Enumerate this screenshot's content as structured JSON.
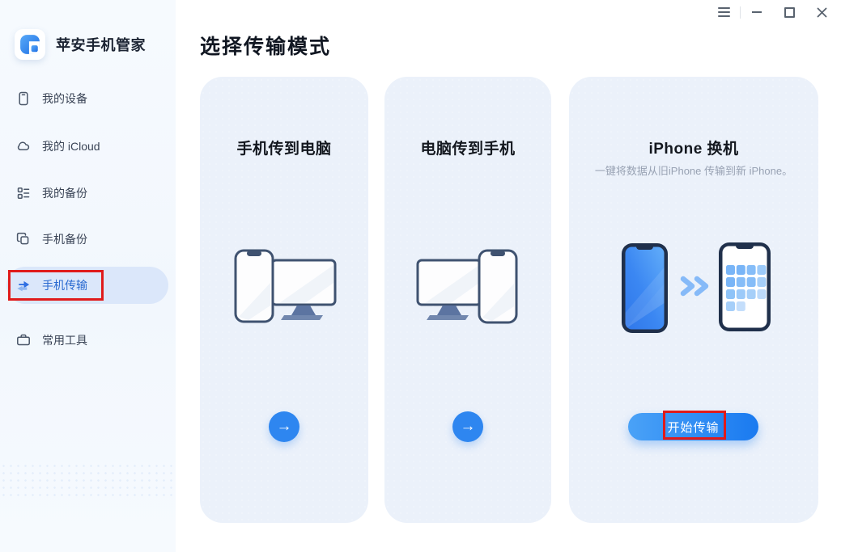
{
  "app": {
    "name": "苹安手机管家"
  },
  "window_controls": {
    "menu_icon": "hamburger-menu-icon",
    "minimize_icon": "minimize-icon",
    "maximize_icon": "maximize-icon",
    "close_icon": "close-icon"
  },
  "sidebar": {
    "items": [
      {
        "label": "我的设备",
        "icon": "phone-icon",
        "selected": false
      },
      {
        "label": "我的 iCloud",
        "icon": "cloud-icon",
        "selected": false
      },
      {
        "label": "我的备份",
        "icon": "backup-list-icon",
        "selected": false
      },
      {
        "label": "手机备份",
        "icon": "phone-backup-icon",
        "selected": false
      },
      {
        "label": "手机传输",
        "icon": "phone-transfer-icon",
        "selected": true
      },
      {
        "label": "常用工具",
        "icon": "toolbox-icon",
        "selected": false
      }
    ]
  },
  "main": {
    "title": "选择传输模式",
    "cards": [
      {
        "title": "手机传到电脑",
        "action": "arrow-button"
      },
      {
        "title": "电脑传到手机",
        "action": "arrow-button"
      },
      {
        "title": "iPhone 换机",
        "subtitle": "一键将数据从旧iPhone 传输到新 iPhone。",
        "button_label": "开始传输"
      }
    ]
  },
  "icons": {
    "arrow_right_glyph": "→"
  },
  "annotations": [
    {
      "target": "sidebar-item-phone-transfer",
      "color": "#e01b1b"
    },
    {
      "target": "start-transfer-button",
      "color": "#e01b1b"
    }
  ],
  "colors": {
    "accent_blue": "#2e86f0",
    "selected_item_bg": "#dbe7fa",
    "selected_item_text": "#2a6ad0",
    "card_bg": "#ebf1fa",
    "annotation_red": "#e01b1b",
    "illustration_outline": "#3f5270"
  }
}
